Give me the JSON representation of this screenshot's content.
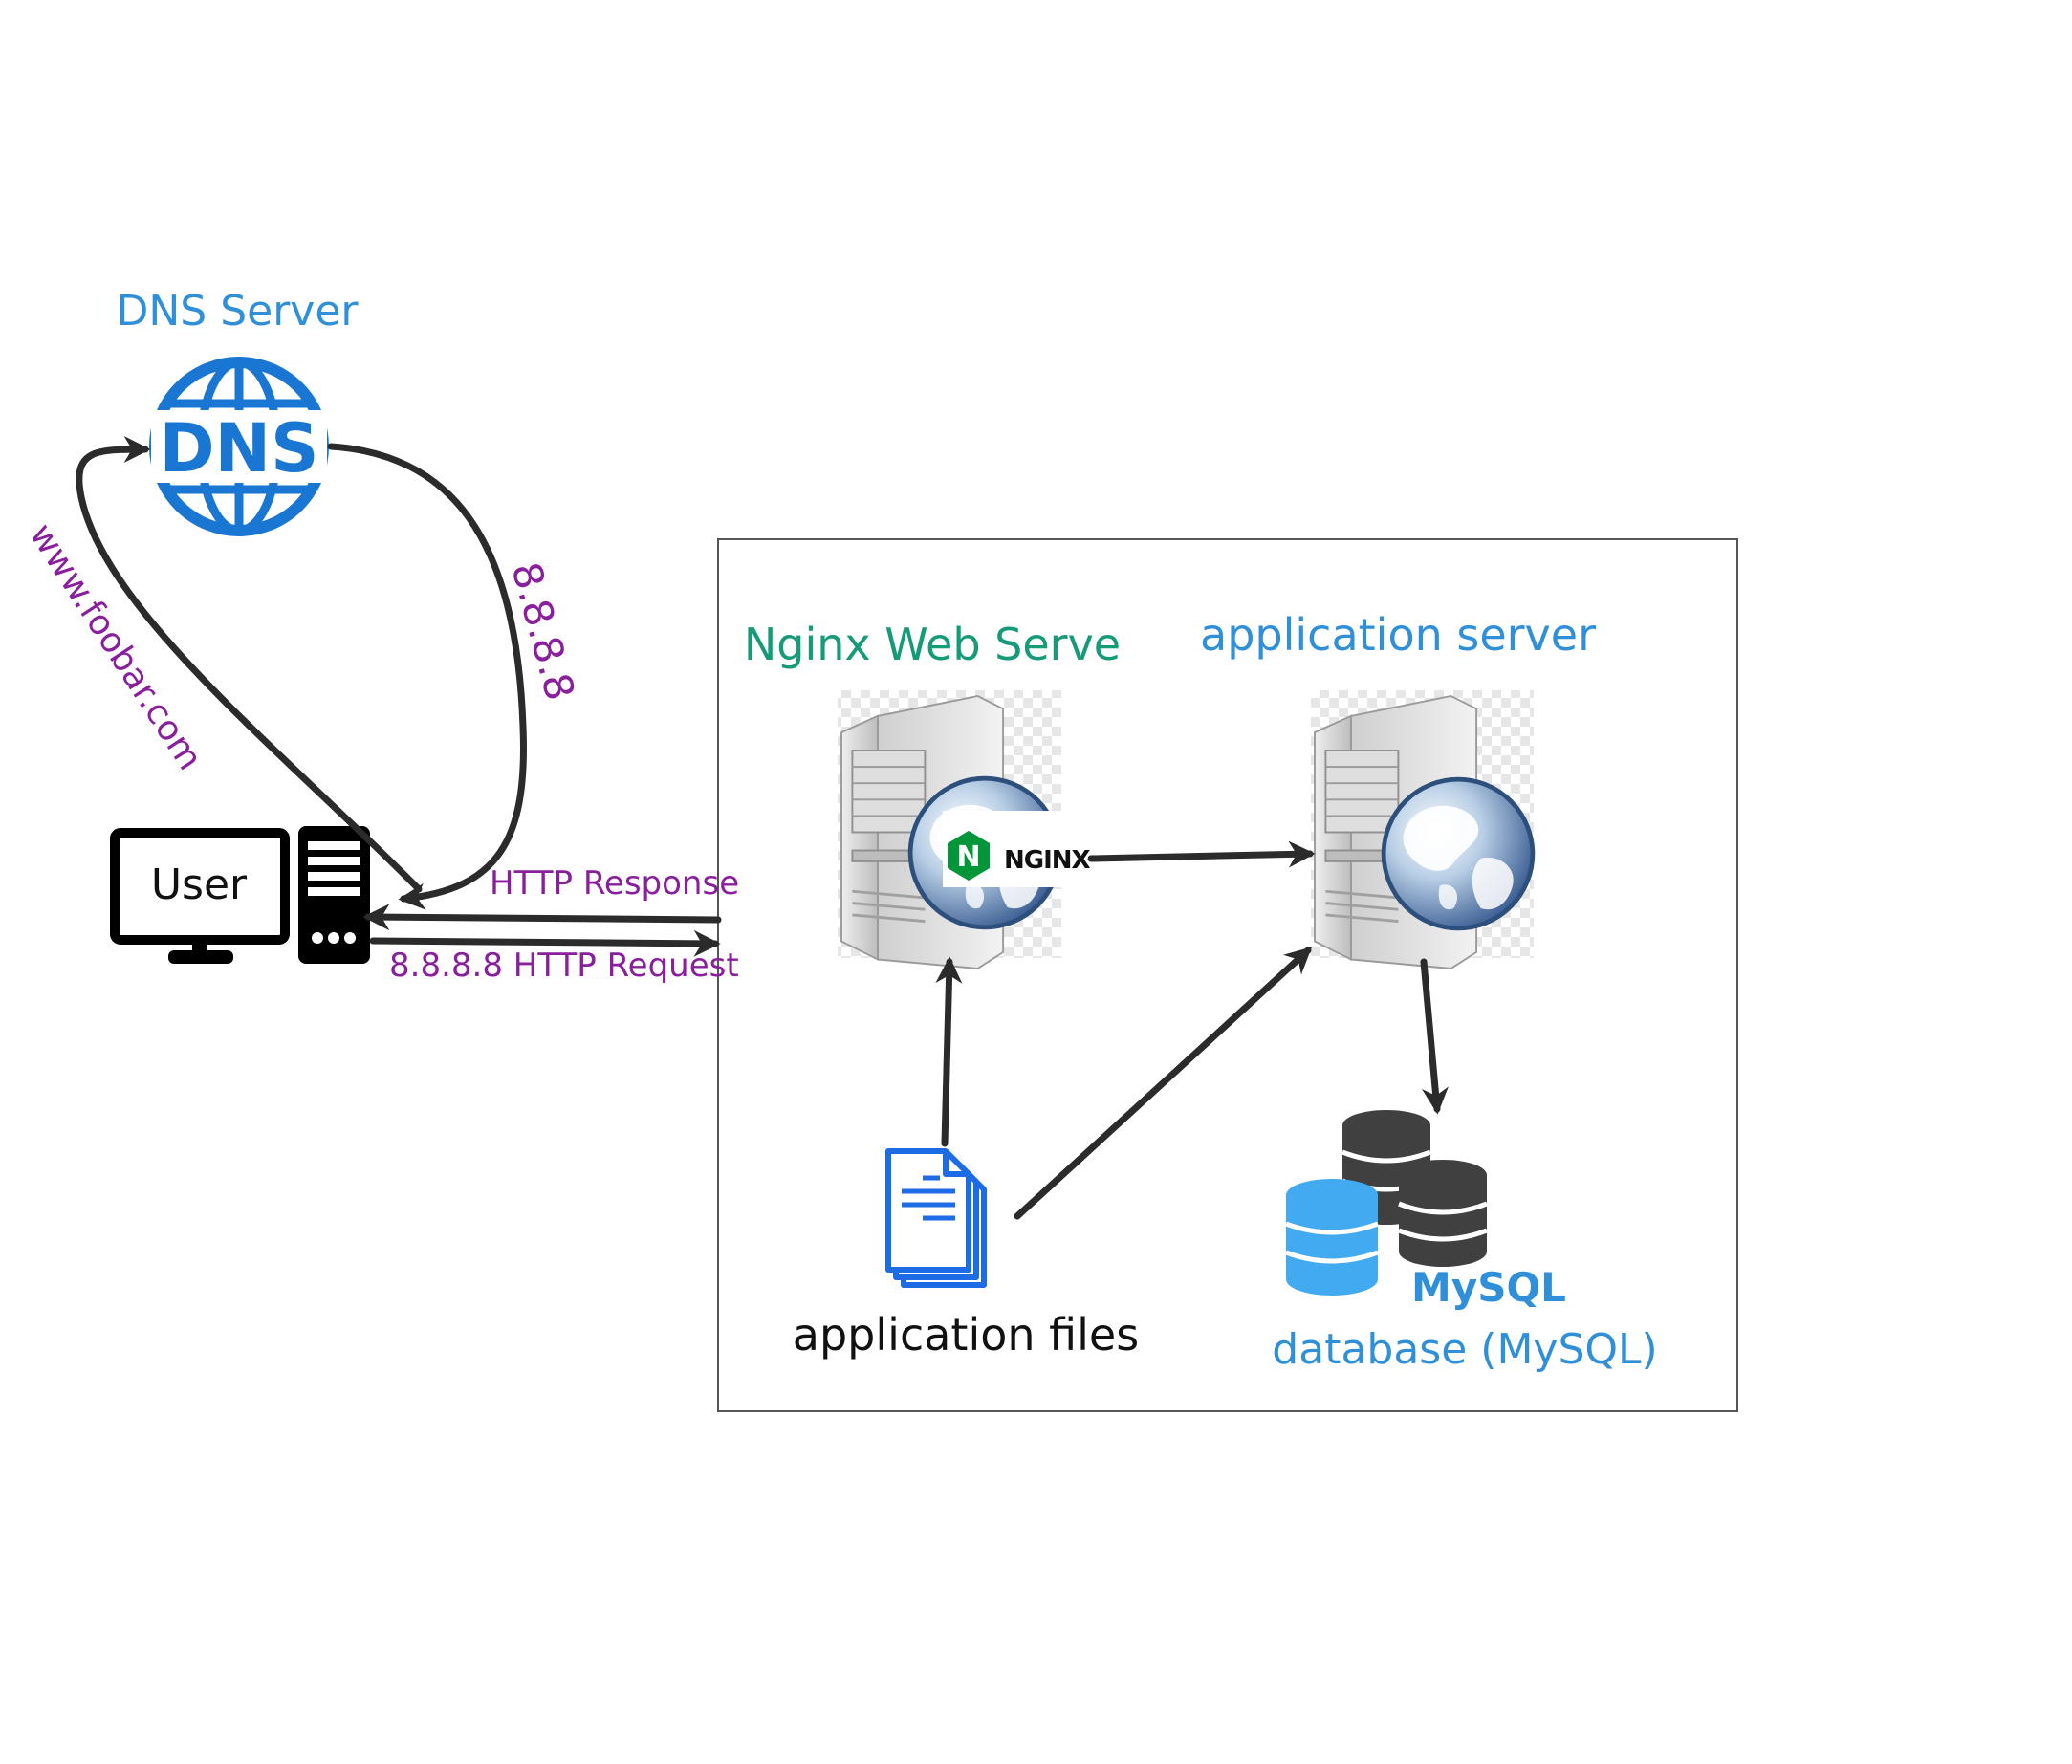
{
  "dns": {
    "title": "DNS Server",
    "icon_text": "DNS",
    "icon": "dns-globe-icon"
  },
  "user": {
    "label": "User",
    "icon": "desktop-computer-icon"
  },
  "edges": {
    "query_label": "www.foobar.com",
    "answer_label": "8.8.8.8",
    "response_label": "HTTP Response",
    "request_label": "8.8.8.8 HTTP Request"
  },
  "nginx": {
    "title": "Nginx Web Serve",
    "badge_letter": "N",
    "badge_text": "NGINX",
    "icon": "web-server-icon"
  },
  "app_server": {
    "title": "application server",
    "icon": "web-server-icon"
  },
  "files": {
    "label": "application files",
    "icon": "documents-icon"
  },
  "database": {
    "label": "database (MySQL)",
    "logo_text": "MySQL",
    "icon": "database-icon"
  },
  "colors": {
    "blue": "#2f8fd8",
    "green": "#169b78",
    "purple": "#8a1f9e",
    "arrow": "#2b2b2b",
    "nginx_green": "#009639",
    "db_dark": "#404040",
    "db_light": "#42aaf0"
  }
}
